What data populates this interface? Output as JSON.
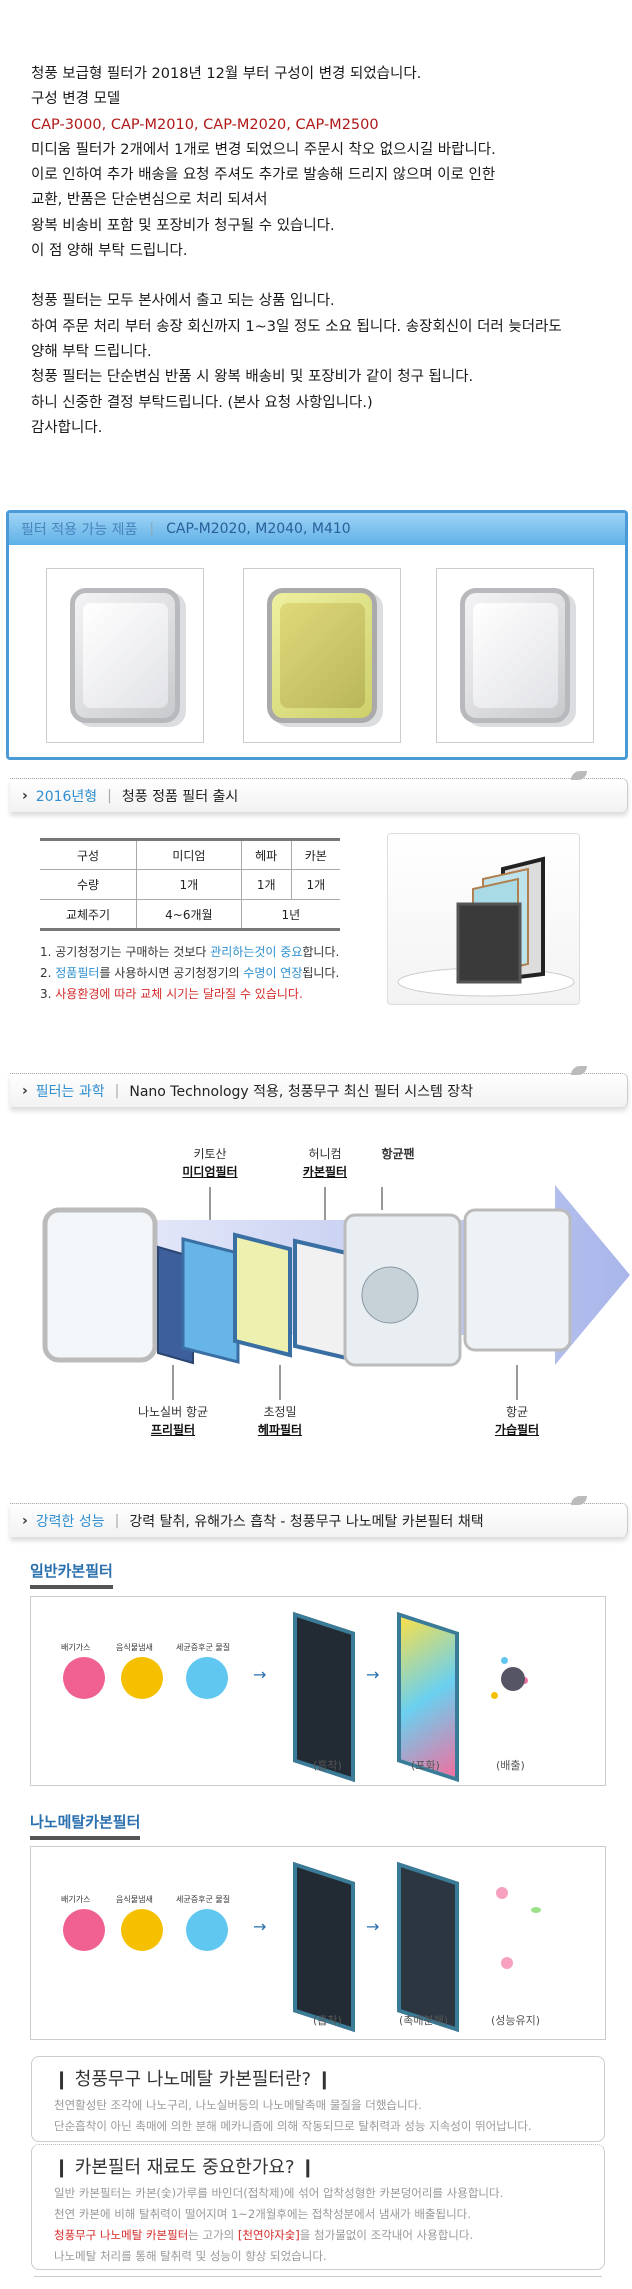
{
  "notice": {
    "lines1": [
      "청풍 보급형 필터가 2018년 12월 부터 구성이 변경 되었습니다.",
      "구성 변경 모델"
    ],
    "models": "CAP-3000, CAP-M2010, CAP-M2020, CAP-M2500",
    "lines2": [
      "미디움 필터가 2개에서 1개로 변경 되었으니 주문시 착오 없으시길 바랍니다.",
      "이로 인하여 추가 배송을 요청 주셔도 추가로 발송해 드리지 않으며 이로 인한",
      "교환, 반품은 단순변심으로 처리 되셔서",
      "왕복 비송비 포함 및 포장비가 청구될 수 있습니다.",
      "이 점 양해 부탁 드립니다."
    ],
    "lines3": [
      "청풍 필터는 모두 본사에서 출고 되는 상품 입니다.",
      "하여 주문 처리 부터 송장 회신까지 1~3일 정도 소요 됩니다. 송장회신이 더러 늦더라도",
      "양해 부탁 드립니다.",
      "청풍 필터는 단순변심 반품 시 왕복 배송비 및 포장비가 같이 청구 됩니다.",
      "하니 신중한 결정 부탁드립니다. (본사 요청 사항입니다.)",
      "감사합니다."
    ]
  },
  "products": {
    "title": "필터 적용 가능 제품",
    "models": "CAP-M2020, M2040, M410"
  },
  "section1": {
    "key": "2016년형",
    "title": "청풍 정품 필터 출시"
  },
  "spec_table": {
    "rows": [
      [
        "구성",
        "미디엄",
        "헤파",
        "카본"
      ],
      [
        "수량",
        "1개",
        "1개",
        "1개"
      ],
      [
        "교체주기",
        "4~6개월",
        "1년"
      ]
    ]
  },
  "notes": {
    "n1_a": "1. 공기청정기는 구매하는 것보다 ",
    "n1_b": "관리하는것이 중요",
    "n1_c": "합니다.",
    "n2_a": "2. ",
    "n2_b": "정품필터",
    "n2_c": "를 사용하시면 공기청정기의 ",
    "n2_d": "수명이 연장",
    "n2_e": "됩니다.",
    "n3_a": "3. ",
    "n3_b": "사용환경에 따라 교체 시기는 달라질 수 있습니다."
  },
  "section2": {
    "key": "필터는 과학",
    "title": "Nano Technology 적용, 청풍무구 최신 필터 시스템 장착"
  },
  "diagram": {
    "top": [
      {
        "sub": "키토산",
        "name": "미디엄필터"
      },
      {
        "sub": "허니컴",
        "name": "카본필터"
      },
      {
        "sub": "",
        "name": "항균팬"
      }
    ],
    "bottom": [
      {
        "sub": "나노실버 항균",
        "name": "프리필터"
      },
      {
        "sub": "초정밀",
        "name": "헤파필터"
      },
      {
        "sub": "항균",
        "name": "가습필터"
      }
    ]
  },
  "section3": {
    "key": "강력한 성능",
    "title": "강력 탈취, 유해가스 흡착 - 청풍무구 나노메탈 카본필터 채택"
  },
  "general": {
    "title": "일반카본필터",
    "icons": [
      "배기가스",
      "음식물냄새",
      "세균증후군 물질"
    ],
    "stages": [
      "(흡착)",
      "(포화)",
      "(배출)"
    ]
  },
  "nano": {
    "title": "나노메탈카본필터",
    "icons": [
      "배기가스",
      "음식물냄새",
      "세균증후군 물질"
    ],
    "stages": [
      "(흡착)",
      "(촉매분해)",
      "(성능유지)"
    ]
  },
  "info1": {
    "title": "❙ 청풍무구 나노메탈 카본필터란? ❙",
    "lines": [
      "천연활성탄 조각에 나노구리, 나노실버등의 나노메탈촉매 물질을 더했습니다.",
      "단순흡착이 아닌 촉매에 의한 분해 메카니즘에 의해 작동되므로 탈취력과 성능 지속성이 뛰어납니다."
    ]
  },
  "info2": {
    "title": "❙ 카본필터 재료도 중요한가요? ❙",
    "lines": [
      "일반 카본필터는 카본(숯)가루를 바인더(접착제)에 섞어 압착성형한 카본덩어리를 사용합니다.",
      "천연 카본에 비해 탈취력이 떨어지며 1~2개월후에는 접착성분에서 냄새가 배출됩니다."
    ],
    "hl_a": "청풍무구 나노메탈 카본필터",
    "hl_b": "는 고가의 ",
    "hl_c": "[천연야자숯]",
    "hl_d": "을 첨가물없이 조각내어 사용합니다.",
    "last": "나노메탈 처리를 통해 탈취력 및 성능이 향상 되었습니다."
  },
  "colors": {
    "accent": "#2f8fd0",
    "red": "#b01818",
    "frame": "#4b9ad8"
  }
}
